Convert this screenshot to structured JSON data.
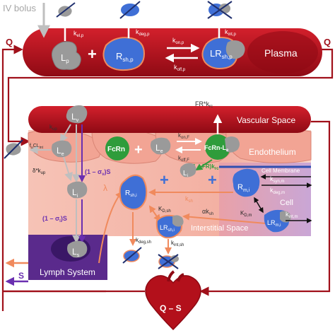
{
  "labels": {
    "iv_bolus": "IV bolus",
    "q_left": "Q",
    "q_right": "Q",
    "plasma": "Plasma",
    "vascular_space": "Vascular Space",
    "endothelium": "Endothelium",
    "interstitial_space": "Interstitial Space",
    "cell_membrane": "Cell Membrane",
    "cell": "Cell",
    "lymph_system": "Lymph System",
    "s_label": "S",
    "heart_label": "Q – S"
  },
  "plasma": {
    "ligand": "L",
    "ligand_sub": "p",
    "receptor": "R",
    "receptor_sub": "sh,p",
    "complex": "LR",
    "complex_sub": "sh,p",
    "plus": "+",
    "k_el": "k",
    "k_el_sub": "el,p",
    "k_deg": "k",
    "k_deg_sub": "deg,p",
    "k_on": "k",
    "k_on_sub": "on,p",
    "k_off": "k",
    "k_off_sub": "off,p",
    "k_int": "k",
    "k_int_sub": "int,p"
  },
  "vascular": {
    "lv": "L",
    "lv_sub": "v",
    "le": "L",
    "le_sub": "e",
    "fcrn": "FcRn",
    "fcrn_le": "FcRn-L",
    "fcrn_le_sub": "e",
    "plus": "+",
    "k_up": "k",
    "k_up_sub": "up",
    "fu_cl": "f",
    "fu_cl_sub": "u",
    "fu_cl_mid": "CL",
    "fu_cl_sub2": "int",
    "k_on_f": "k",
    "k_on_f_sub": "on,F",
    "k_off_f": "k",
    "k_off_f_sub": "off,F",
    "fr_krc": "FR*k",
    "fr_krc_sub": "rc",
    "one_minus_fr": "(1 – FR)k",
    "one_minus_fr_sub": "rc",
    "li_small": "L",
    "li_small_sub": "i"
  },
  "interstitial": {
    "delta_kup": "δ*k",
    "delta_kup_sub": "up",
    "one_minus_sigma_v": "(1 – σ",
    "one_minus_sigma_v_sub": "v",
    "one_minus_sigma_v_end": ")S",
    "one_minus_sigma_l": "(1 – σ",
    "one_minus_sigma_l_sub": "l",
    "one_minus_sigma_l_end": ")S",
    "li": "L",
    "li_sub": "i",
    "ls": "L",
    "ls_sub": "s",
    "lambda": "λ",
    "rsh_i": "R",
    "rsh_i_sub": "sh,i",
    "lrsh_i": "LR",
    "lrsh_i_sub": "sh,i",
    "k_sh": "k",
    "k_sh_sub": "sh",
    "alpha_ksh": "αk",
    "alpha_ksh_sub": "sh",
    "kd_sh": "K",
    "kd_sh_sub": "D,sh",
    "k_deg_sh": "k",
    "k_deg_sh_sub": "deg,sh",
    "k_int_sh": "k",
    "k_int_sh_sub": "int,sh"
  },
  "cell": {
    "rm_i": "R",
    "rm_i_sub": "m,i",
    "lrm_i": "LR",
    "lrm_i_sub": "m,i",
    "k_syn": "k",
    "k_syn_sub": "syn,m",
    "k_deg_m": "k",
    "k_deg_m_sub": "deg,m",
    "kd_m": "K",
    "kd_m_sub": "D,m",
    "k_int_m": "k",
    "k_int_m_sub": "int,m"
  },
  "colors": {
    "blood_red": "#b3101b",
    "tissue_pink": "#f4b3a6",
    "lymph_purple": "#5a2a8c",
    "receptor_blue": "#3f6fd6",
    "ligand_gray": "#9a9a9a",
    "fcrn_green": "#2f9c3b",
    "arrow_orange": "#f08a5d",
    "arrow_purple": "#6a2fb0"
  }
}
